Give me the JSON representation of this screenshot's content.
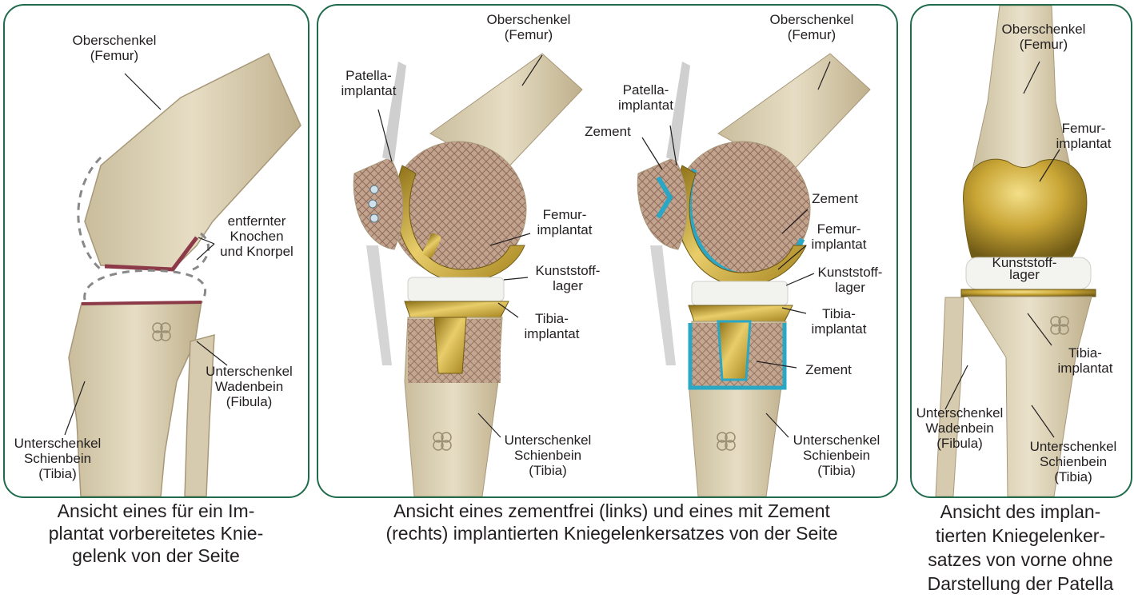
{
  "panel_a": {
    "labels": {
      "femur_1": "Oberschenkel",
      "femur_2": "(Femur)",
      "removed_1": "entfernter",
      "removed_2": "Knochen",
      "removed_3": "und Knorpel",
      "fibula_1": "Unterschenkel",
      "fibula_2": "Wadenbein",
      "fibula_3": "(Fibula)",
      "tibia_1": "Unterschenkel",
      "tibia_2": "Schienbein",
      "tibia_3": "(Tibia)"
    },
    "caption": [
      "Ansicht eines für ein Im-",
      "plantat vorbereitetes Knie-",
      "gelenk von der Seite"
    ]
  },
  "panel_b": {
    "labels": {
      "femur_l_1": "Oberschenkel",
      "femur_l_2": "(Femur)",
      "femur_r_1": "Oberschenkel",
      "femur_r_2": "(Femur)",
      "patella_l_1": "Patella-",
      "patella_l_2": "implantat",
      "patella_r_1": "Patella-",
      "patella_r_2": "implantat",
      "zement_top": "Zement",
      "zement_mid": "Zement",
      "zement_low": "Zement",
      "femimp_l_1": "Femur-",
      "femimp_l_2": "implantat",
      "femimp_r_1": "Femur-",
      "femimp_r_2": "implantat",
      "kunst_l_1": "Kunststoff-",
      "kunst_l_2": "lager",
      "kunst_r_1": "Kunststoff-",
      "kunst_r_2": "lager",
      "tibimp_l_1": "Tibia-",
      "tibimp_l_2": "implantat",
      "tibimp_r_1": "Tibia-",
      "tibimp_r_2": "implantat",
      "tibia_l_1": "Unterschenkel",
      "tibia_l_2": "Schienbein",
      "tibia_l_3": "(Tibia)",
      "tibia_r_1": "Unterschenkel",
      "tibia_r_2": "Schienbein",
      "tibia_r_3": "(Tibia)"
    },
    "caption": [
      "Ansicht eines zementfrei (links) und eines mit Zement",
      "(rechts) implantierten Kniegelenkersatzes von der Seite"
    ]
  },
  "panel_c": {
    "labels": {
      "femur_1": "Oberschenkel",
      "femur_2": "(Femur)",
      "femimp_1": "Femur-",
      "femimp_2": "implantat",
      "kunst_1": "Kunststoff-",
      "kunst_2": "lager",
      "tibimp_1": "Tibia-",
      "tibimp_2": "implantat",
      "fibula_1": "Unterschenkel",
      "fibula_2": "Wadenbein",
      "fibula_3": "(Fibula)",
      "tibia_1": "Unterschenkel",
      "tibia_2": "Schienbein",
      "tibia_3": "(Tibia)"
    },
    "caption": [
      "Ansicht des implan-",
      "tierten Kniegelenker-",
      "satzes von vorne ohne",
      "Darstellung der Patella"
    ]
  },
  "colors": {
    "frame": "#1f6b4c",
    "bone": "#ddd3b8",
    "bone_shade": "#b9ab88",
    "spongiosa": "#b89a86",
    "cut_edge": "#8c3a48",
    "gold": "#c9a535",
    "cement": "#2aa7c4",
    "poly": "#f2f2ee"
  }
}
